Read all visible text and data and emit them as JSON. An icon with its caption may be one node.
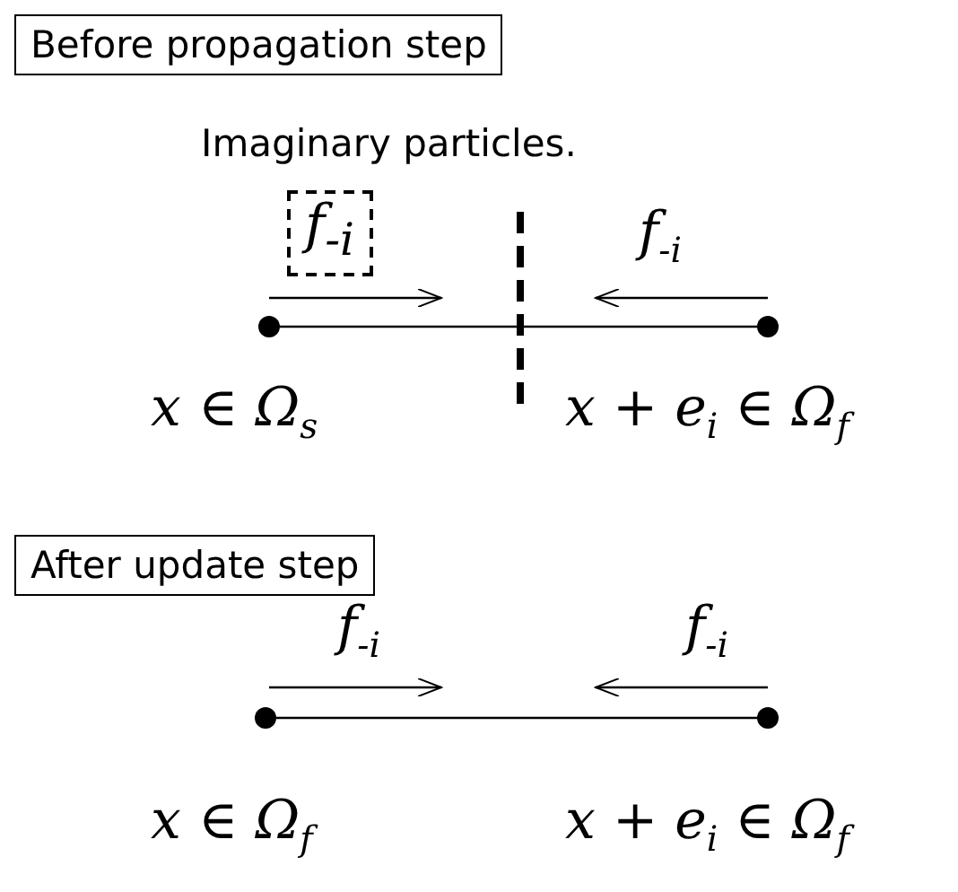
{
  "diagram": {
    "nodes": [
      {
        "text": [
          "Before propagation step"
        ]
      },
      {
        "text": [
          "f$_{-i}$"
        ]
      },
      {
        "text": [],
        "shape": "circle",
        "beside": [
          "x ∈ Ω$_{s}$"
        ]
      },
      {
        "text": [],
        "shape": "circle",
        "beside": [
          "x + e$_{i}$ ∈ Ω$_{f}$"
        ]
      },
      {
        "text": [
          "After update step"
        ]
      },
      {
        "text": [],
        "shape": "circle",
        "beside": [
          "x ∈ Ω$_{f}$"
        ]
      },
      {
        "text": [],
        "shape": "circle",
        "beside": [
          "x + e$_{i}$ ∈ Ω$_{f}$"
        ]
      }
    ],
    "edges": [
      {
        "from": 2,
        "to": 3,
        "arrow": "none"
      },
      {
        "from": 5,
        "to": 6,
        "arrow": "none"
      }
    ],
    "labels": [
      "Imaginary particles.",
      "f$_{-i}$",
      "f$_{-i}$",
      "f$_{-i}$"
    ]
  }
}
